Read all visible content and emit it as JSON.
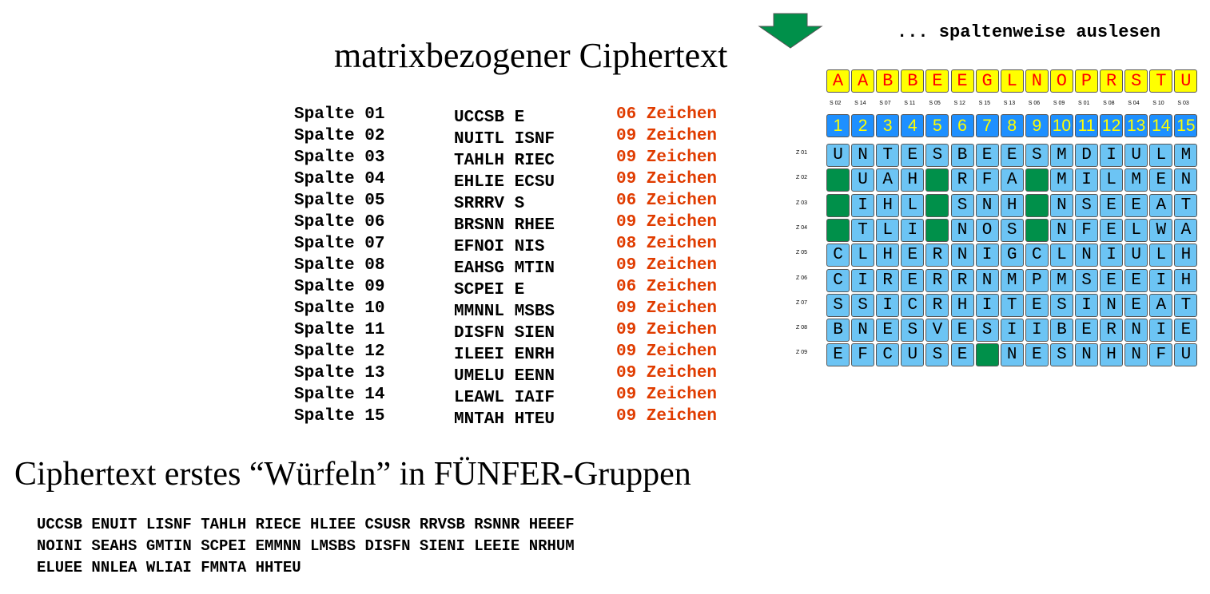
{
  "hint": "... spaltenweise auslesen",
  "main_title": "matrixbezogener Ciphertext",
  "columns": [
    {
      "label": "Spalte 01",
      "text": "UCCSB E",
      "count": "06 Zeichen"
    },
    {
      "label": "Spalte 02",
      "text": "NUITL ISNF",
      "count": "09 Zeichen"
    },
    {
      "label": "Spalte 03",
      "text": "TAHLH RIEC",
      "count": "09 Zeichen"
    },
    {
      "label": "Spalte 04",
      "text": "EHLIE ECSU",
      "count": "09 Zeichen"
    },
    {
      "label": "Spalte 05",
      "text": "SRRRV S",
      "count": "06 Zeichen"
    },
    {
      "label": "Spalte 06",
      "text": "BRSNN RHEE",
      "count": "09 Zeichen"
    },
    {
      "label": "Spalte 07",
      "text": "EFNOI NIS",
      "count": "08 Zeichen"
    },
    {
      "label": "Spalte 08",
      "text": "EAHSG MTIN",
      "count": "09 Zeichen"
    },
    {
      "label": "Spalte 09",
      "text": "SCPEI E",
      "count": "06 Zeichen"
    },
    {
      "label": "Spalte 10",
      "text": "MMNNL MSBS",
      "count": "09 Zeichen"
    },
    {
      "label": "Spalte 11",
      "text": "DISFN SIEN",
      "count": "09 Zeichen"
    },
    {
      "label": "Spalte 12",
      "text": "ILEEI ENRH",
      "count": "09 Zeichen"
    },
    {
      "label": "Spalte 13",
      "text": "UMELU EENN",
      "count": "09 Zeichen"
    },
    {
      "label": "Spalte 14",
      "text": "LEAWL IAIF",
      "count": "09 Zeichen"
    },
    {
      "label": "Spalte 15",
      "text": "MNTAH HTEU",
      "count": "09 Zeichen"
    }
  ],
  "cipher_title": "Ciphertext erstes “Würfeln” in FÜNFER-Gruppen",
  "cipher_groups": [
    "UCCSB ENUIT LISNF TAHLH RIECE HLIEE CSUSR RRVSB RSNNR HEEEF",
    "NOINI SEAHS GMTIN SCPEI EMMNN LMSBS DISFN SIENI LEEIE NRHUM",
    "ELUEE NNLEA WLIAI FMNTA HHTEU"
  ],
  "matrix": {
    "key_letters": [
      "A",
      "A",
      "B",
      "B",
      "E",
      "E",
      "G",
      "L",
      "N",
      "O",
      "P",
      "R",
      "S",
      "T",
      "U"
    ],
    "source_columns": [
      "S 02",
      "S 14",
      "S 07",
      "S 11",
      "S 05",
      "S 12",
      "S 15",
      "S 13",
      "S 06",
      "S 09",
      "S 01",
      "S 08",
      "S 04",
      "S 10",
      "S 03"
    ],
    "numbers": [
      "1",
      "2",
      "3",
      "4",
      "5",
      "6",
      "7",
      "8",
      "9",
      "10",
      "11",
      "12",
      "13",
      "14",
      "15"
    ],
    "row_labels": [
      "Z 01",
      "Z 02",
      "Z 03",
      "Z 04",
      "Z 05",
      "Z 06",
      "Z 07",
      "Z 08",
      "Z 09"
    ],
    "rows": [
      [
        "U",
        "N",
        "T",
        "E",
        "S",
        "B",
        "E",
        "E",
        "S",
        "M",
        "D",
        "I",
        "U",
        "L",
        "M"
      ],
      [
        "",
        "U",
        "A",
        "H",
        "",
        "R",
        "F",
        "A",
        "",
        "M",
        "I",
        "L",
        "M",
        "E",
        "N"
      ],
      [
        "",
        "I",
        "H",
        "L",
        "",
        "S",
        "N",
        "H",
        "",
        "N",
        "S",
        "E",
        "E",
        "A",
        "T"
      ],
      [
        "",
        "T",
        "L",
        "I",
        "",
        "N",
        "O",
        "S",
        "",
        "N",
        "F",
        "E",
        "L",
        "W",
        "A"
      ],
      [
        "C",
        "L",
        "H",
        "E",
        "R",
        "N",
        "I",
        "G",
        "C",
        "L",
        "N",
        "I",
        "U",
        "L",
        "H"
      ],
      [
        "C",
        "I",
        "R",
        "E",
        "R",
        "R",
        "N",
        "M",
        "P",
        "M",
        "S",
        "E",
        "E",
        "I",
        "H"
      ],
      [
        "S",
        "S",
        "I",
        "C",
        "R",
        "H",
        "I",
        "T",
        "E",
        "S",
        "I",
        "N",
        "E",
        "A",
        "T"
      ],
      [
        "B",
        "N",
        "E",
        "S",
        "V",
        "E",
        "S",
        "I",
        "I",
        "B",
        "E",
        "R",
        "N",
        "I",
        "E"
      ],
      [
        "E",
        "F",
        "C",
        "U",
        "S",
        "E",
        "",
        "N",
        "E",
        "S",
        "N",
        "H",
        "N",
        "F",
        "U"
      ]
    ],
    "colors": {
      "key_bg": "#ffff00",
      "key_fg": "#ff0000",
      "num_bg": "#1e90ff",
      "num_fg": "#ffff00",
      "cell_bg": "#6cc4f4",
      "empty_bg": "#00904a",
      "count_fg": "#e03c00"
    }
  }
}
